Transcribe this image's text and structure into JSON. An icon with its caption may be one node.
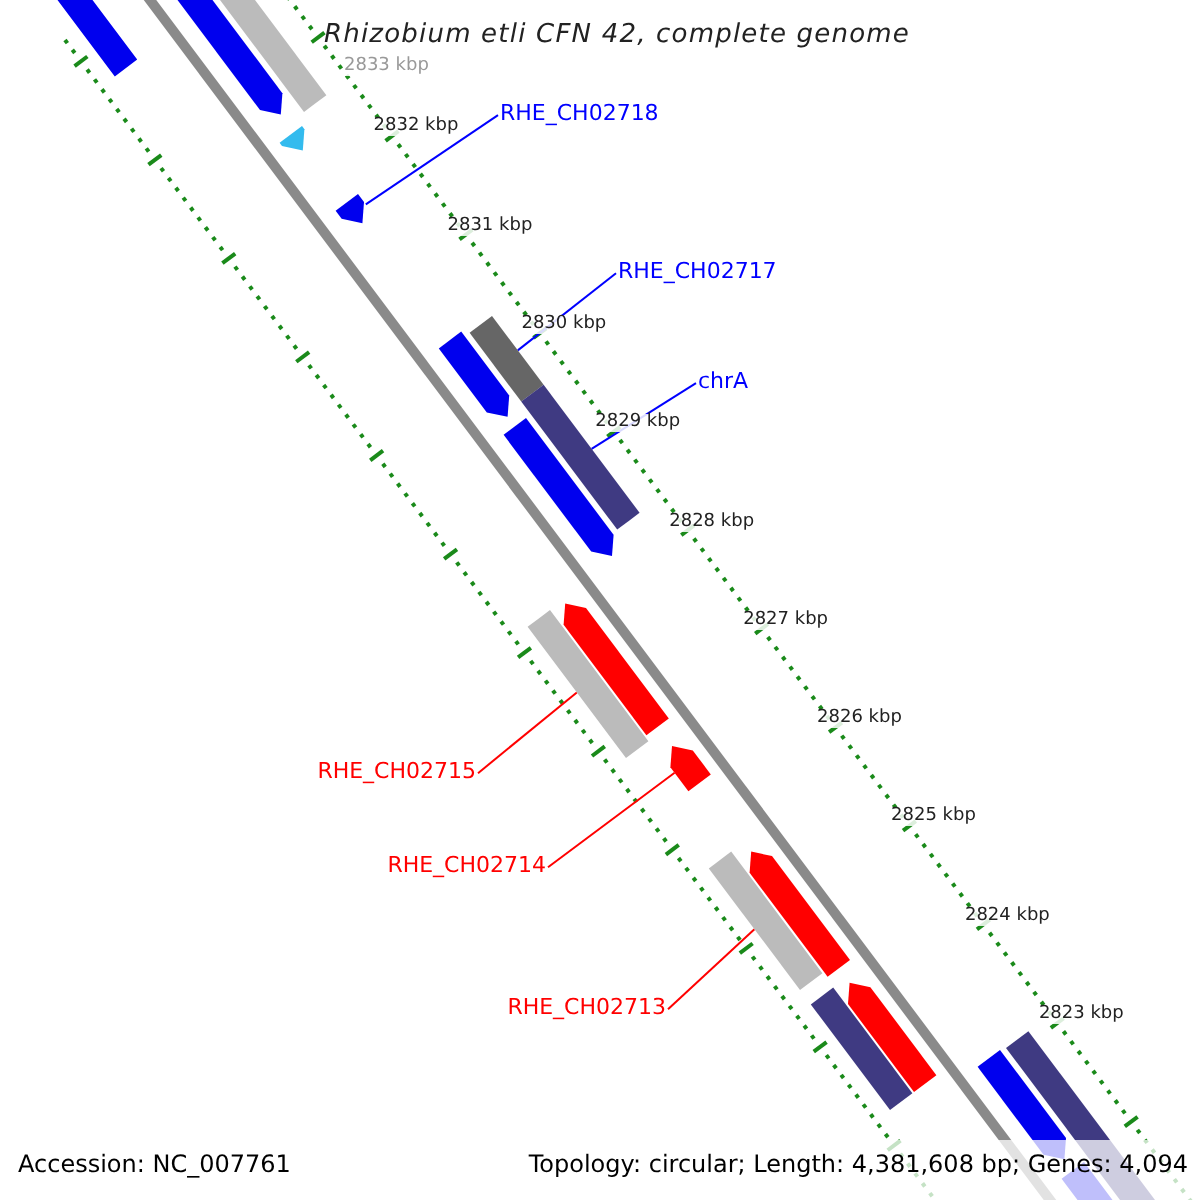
{
  "diagram": {
    "title": "Rhizobium etli CFN 42, complete genome",
    "nodes": [
      {
        "text": [
          "RHE_CH02718"
        ]
      },
      {
        "text": [],
        "shape": "pentagon"
      },
      {
        "text": [
          "RHE_CH02717"
        ]
      },
      {
        "text": [],
        "shape": "bar"
      },
      {
        "text": [
          "chrA"
        ]
      },
      {
        "text": [],
        "shape": "bar"
      },
      {
        "text": [
          "RHE_CH02715"
        ]
      },
      {
        "text": [],
        "shape": "bar"
      },
      {
        "text": [
          "RHE_CH02714"
        ]
      },
      {
        "text": [],
        "shape": "pentagon"
      },
      {
        "text": [
          "RHE_CH02713"
        ]
      },
      {
        "text": [],
        "shape": "bar"
      }
    ],
    "edges": [
      {
        "from": 0,
        "to": 1,
        "arrow": "none",
        "color": "#0000ff"
      },
      {
        "from": 2,
        "to": 3,
        "arrow": "none",
        "color": "#0000ff"
      },
      {
        "from": 4,
        "to": 5,
        "arrow": "none",
        "color": "#0000ff"
      },
      {
        "from": 6,
        "to": 7,
        "arrow": "none",
        "color": "#ff0000"
      },
      {
        "from": 8,
        "to": 9,
        "arrow": "none",
        "color": "#ff0000"
      },
      {
        "from": 10,
        "to": 11,
        "arrow": "none",
        "color": "#ff0000"
      }
    ],
    "labels": [
      "2833 kbp",
      "2832 kbp",
      "2831 kbp",
      "2830 kbp",
      "2829 kbp",
      "2828 kbp",
      "2827 kbp",
      "2826 kbp",
      "2825 kbp",
      "2824 kbp",
      "2823 kbp",
      "Accession: NC_007761",
      "Topology: circular; Length: 4,381,608 bp; Genes: 4,094"
    ]
  }
}
